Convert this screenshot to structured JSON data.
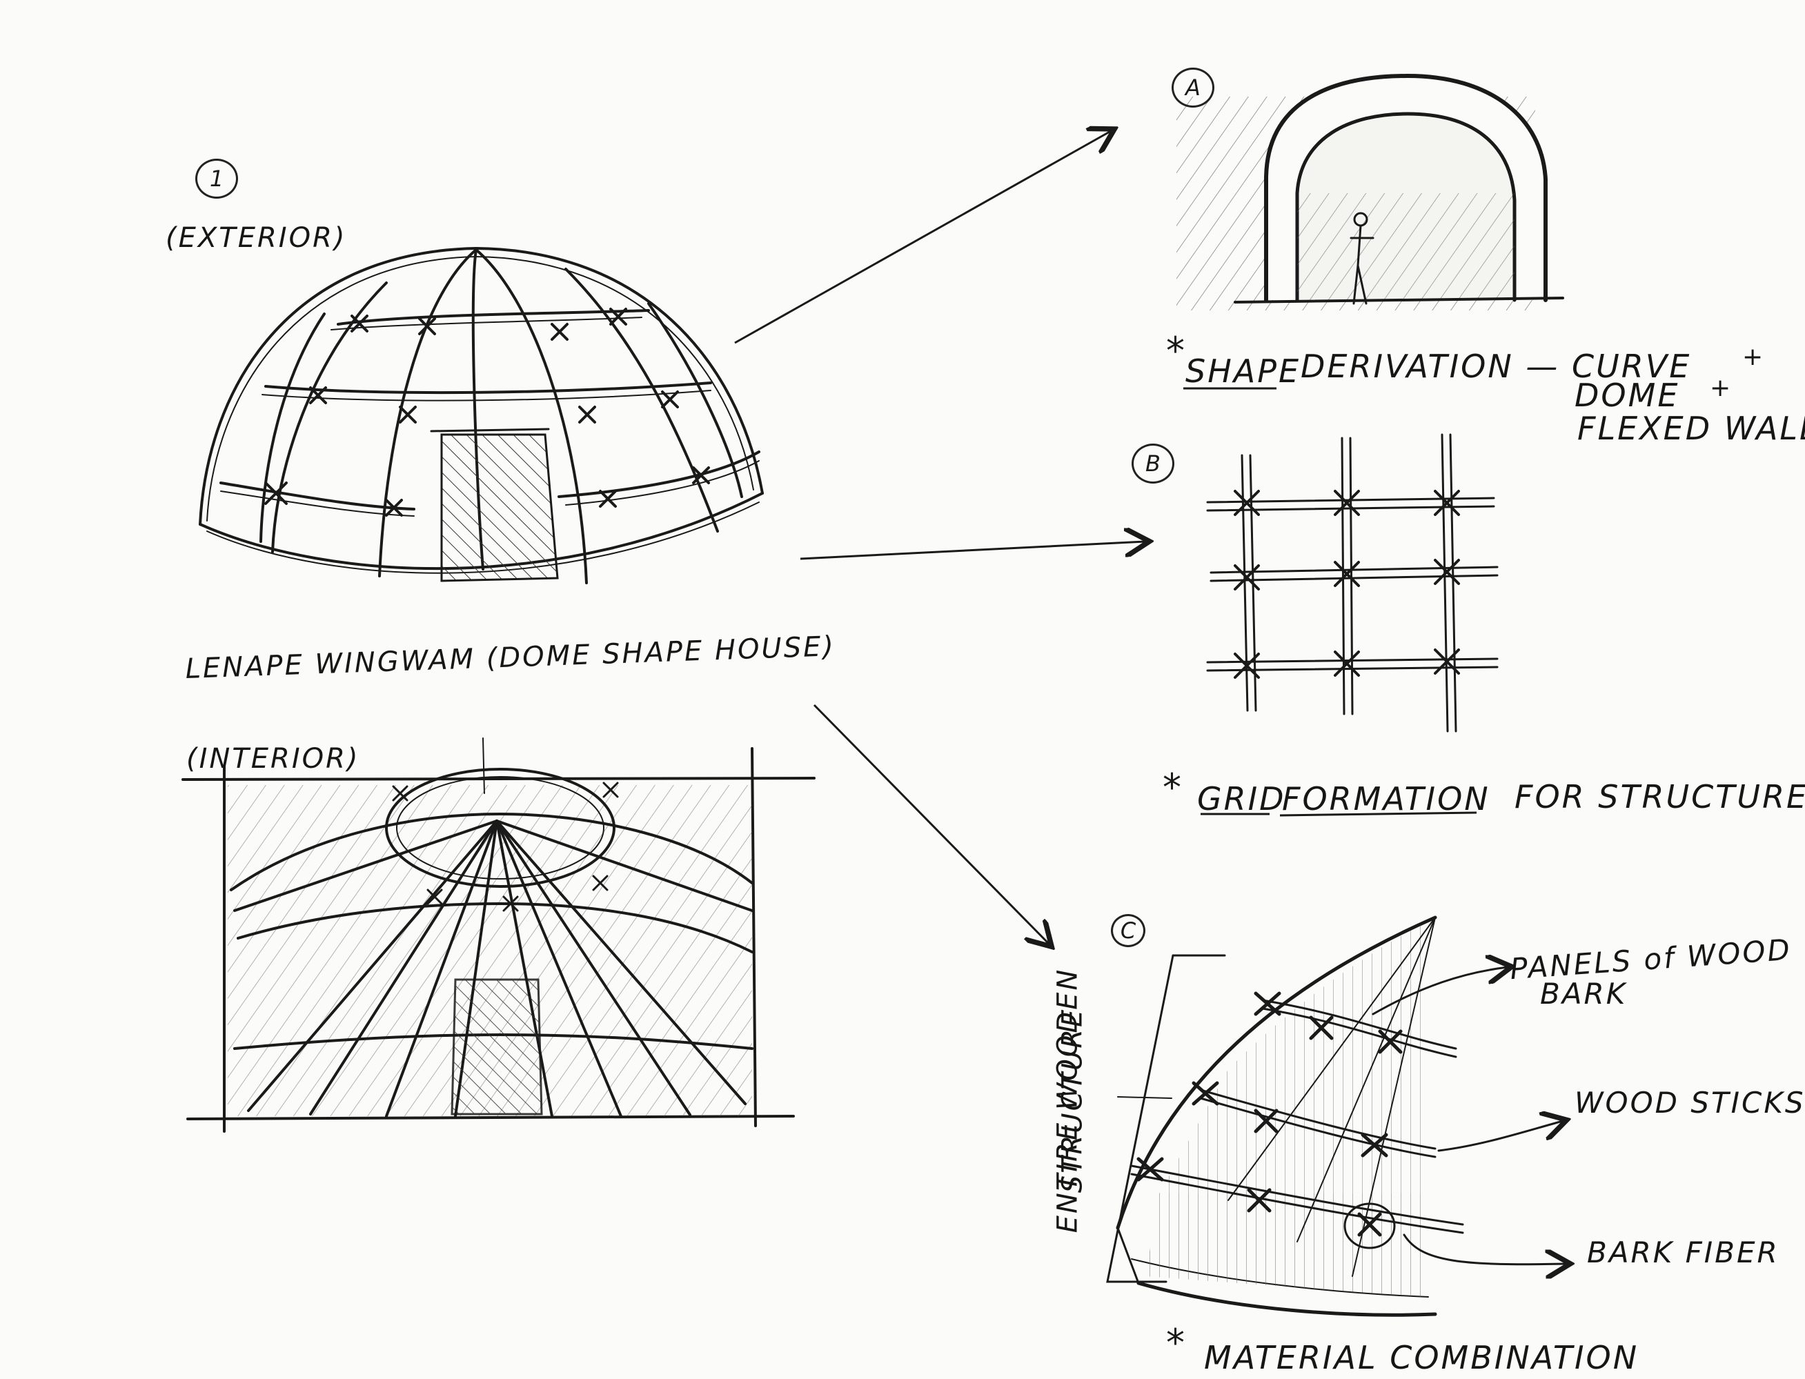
{
  "markers": {
    "one": "1",
    "a": "A",
    "b": "B",
    "c": "C"
  },
  "labels": {
    "exterior": "(EXTERIOR)",
    "title": "LENAPE WINGWAM (DOME SHAPE HOUSE)",
    "interior": "(INTERIOR)",
    "shape_star": "*",
    "shape_keyword": "SHAPE",
    "shape_rest": "DERIVATION — CURVE",
    "shape_line2": "DOME",
    "shape_line3": "FLEXED WALL",
    "plus": "+",
    "grid_star": "*",
    "grid_keyword1": "GRID",
    "grid_keyword2": "FORMATION",
    "grid_rest": "FOR STRUCTURE",
    "panels_line1": "PANELS of WOOD",
    "panels_line2": "BARK",
    "wood_sticks": "WOOD STICKS",
    "bark_fiber": "BARK FIBER",
    "entire_line1": "ENTIRE WOODEN",
    "entire_line2": "STRUCTURE",
    "material_star": "*",
    "material": "MATERIAL COMBINATION"
  },
  "colors": {
    "ink": "#1a1a1a",
    "paper": "#fbfbf9"
  }
}
